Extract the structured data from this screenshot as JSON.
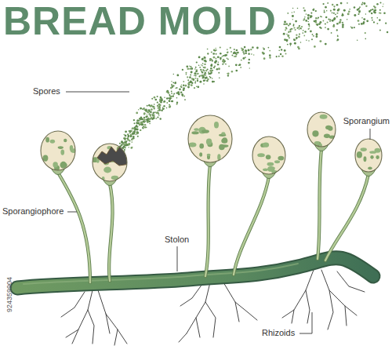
{
  "diagram": {
    "title": "BREAD MOLD",
    "labels": [
      "Spores",
      "Sporangium",
      "Sporangiophore",
      "Stolon",
      "Rhizoids",
      "924359904"
    ]
  }
}
